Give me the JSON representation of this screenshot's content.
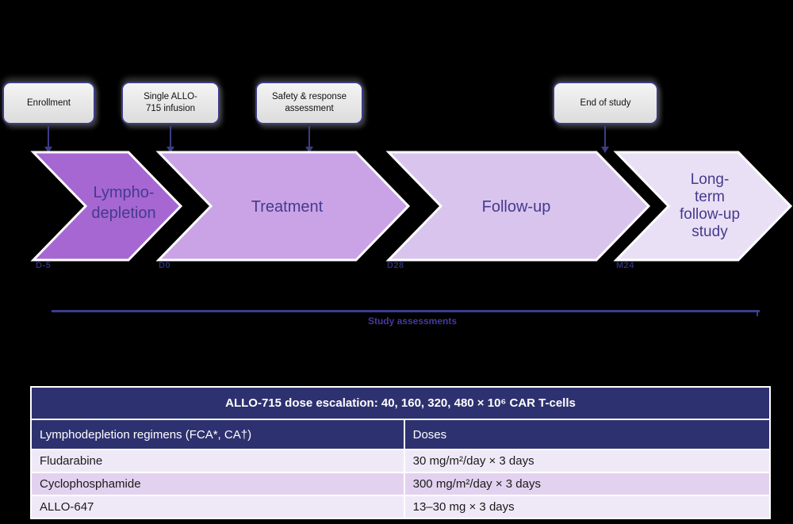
{
  "callouts": [
    {
      "label": "Enrollment"
    },
    {
      "label": "Single ALLO-\n715 infusion"
    },
    {
      "label": "Safety & response\nassessment"
    },
    {
      "label": "End of study"
    }
  ],
  "phases": [
    {
      "label": "Lympho-\ndepletion",
      "timepoint": "D-5",
      "color": "#a667d2"
    },
    {
      "label": "Treatment",
      "timepoint": "D0",
      "color": "#c9a3e6"
    },
    {
      "label": "Follow-up",
      "timepoint": "D28",
      "color": "#d9c4ee"
    },
    {
      "label": "Long-\nterm\nfollow-up\nstudy",
      "timepoint": "M24",
      "color": "#e9e0f6"
    }
  ],
  "span_label": "Study assessments",
  "table": {
    "title": "ALLO-715 dose escalation: 40, 160, 320, 480 × 10⁶ CAR T-cells",
    "columns": [
      "Lymphodepletion regimens (FCA*, CA†)",
      "Doses"
    ],
    "rows": [
      [
        "Fludarabine",
        "30 mg/m²/day × 3 days"
      ],
      [
        "Cyclophosphamide",
        "300 mg/m²/day × 3 days"
      ],
      [
        "ALLO-647",
        "13–30 mg × 3 days"
      ]
    ]
  },
  "colors": {
    "background": "#000000",
    "callout_border": "#3c3d85",
    "connector": "#3c3d85",
    "phase_text": "#453a8d",
    "timepoint_text": "#2d2d72",
    "span_line": "#3b3d8f",
    "table_header_bg": "#2e316f",
    "row_light": "#efe9f7",
    "row_mid": "#e3d2ef"
  }
}
